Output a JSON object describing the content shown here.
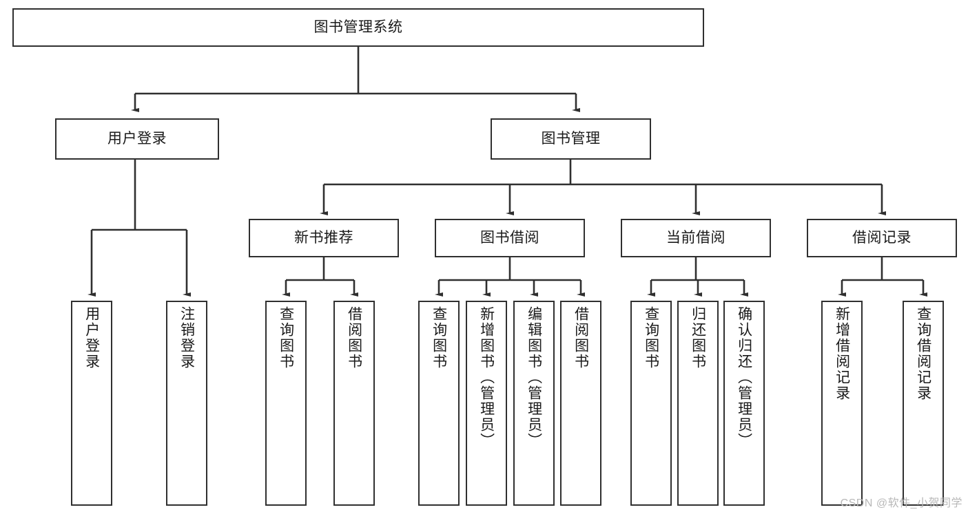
{
  "diagram": {
    "title": "图书管理系统",
    "type": "tree-hierarchy-diagram",
    "colors": {
      "stroke": "#2f2f2f",
      "fill": "#ffffff",
      "text": "#1a1a1a",
      "watermark": "#b8b8b8"
    },
    "root": {
      "label": "图书管理系统"
    },
    "level2": [
      {
        "label": "用户登录"
      },
      {
        "label": "图书管理"
      }
    ],
    "level3": [
      {
        "label": "新书推荐"
      },
      {
        "label": "图书借阅"
      },
      {
        "label": "当前借阅"
      },
      {
        "label": "借阅记录"
      }
    ],
    "leaves": {
      "user_login": [
        {
          "label": "用户登录"
        },
        {
          "label": "注销登录"
        }
      ],
      "new_book_recommend": [
        {
          "label": "查询图书"
        },
        {
          "label": "借阅图书"
        }
      ],
      "book_borrow": [
        {
          "label": "查询图书"
        },
        {
          "label": "新增图书（管理员）"
        },
        {
          "label": "编辑图书（管理员）"
        },
        {
          "label": "借阅图书"
        }
      ],
      "current_borrow": [
        {
          "label": "查询图书"
        },
        {
          "label": "归还图书"
        },
        {
          "label": "确认归还（管理员）"
        }
      ],
      "borrow_record": [
        {
          "label": "新增借阅记录"
        },
        {
          "label": "查询借阅记录"
        }
      ]
    }
  },
  "watermark": {
    "text": "CSDN @软件_小贺同学"
  }
}
